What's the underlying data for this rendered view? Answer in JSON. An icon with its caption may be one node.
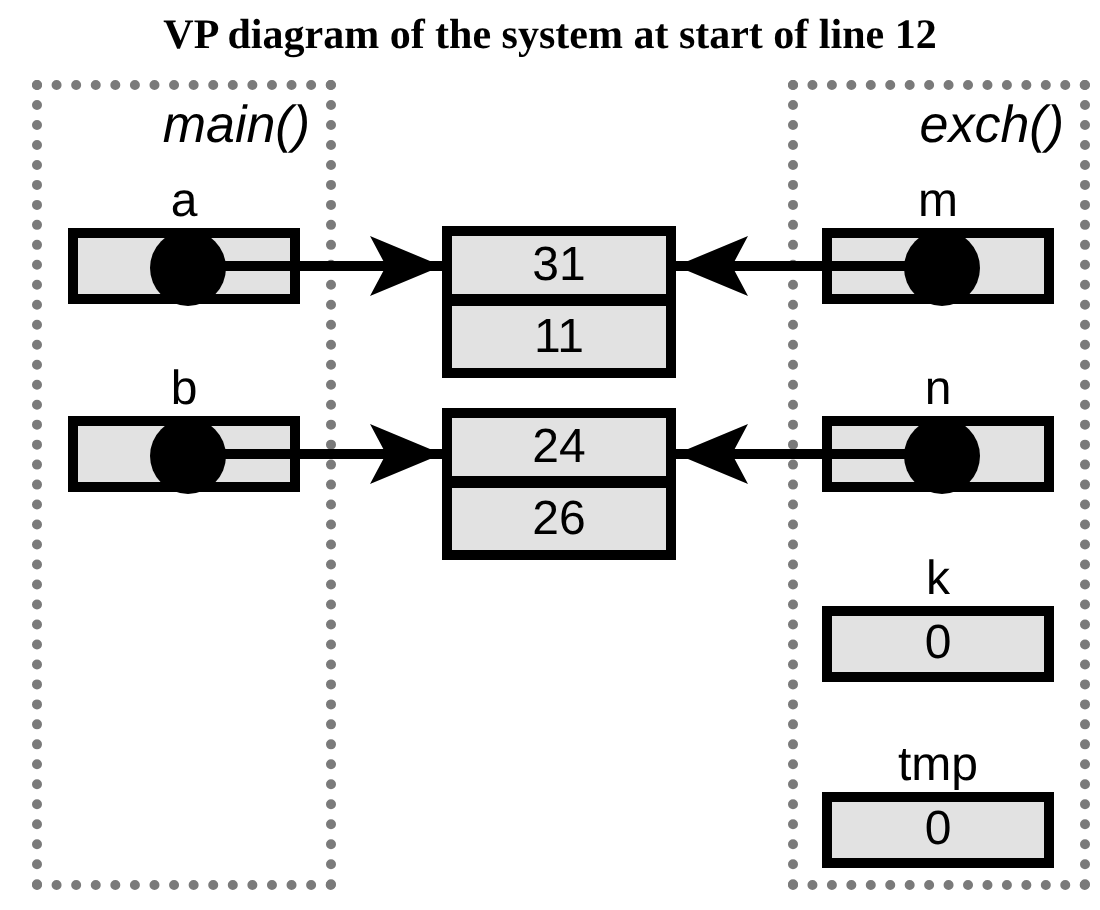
{
  "diagram": {
    "title": "VP diagram of the system at start of line 12",
    "nodes": [
      {
        "text": [
          "main()"
        ]
      },
      {
        "text": [
          "a"
        ],
        "in": 0
      },
      {
        "text": [
          "b"
        ],
        "in": 0
      },
      {
        "text": [
          "31"
        ]
      },
      {
        "text": [
          "11"
        ]
      },
      {
        "text": [
          "24"
        ]
      },
      {
        "text": [
          "26"
        ]
      },
      {
        "text": [
          "exch()"
        ]
      },
      {
        "text": [
          "m"
        ],
        "in": 7
      },
      {
        "text": [
          "n"
        ],
        "in": 7
      },
      {
        "text": [
          "k",
          "0"
        ],
        "in": 7
      },
      {
        "text": [
          "tmp",
          "0"
        ],
        "in": 7
      }
    ],
    "edges": [
      {
        "from": 1,
        "to": 3,
        "arrow": "to"
      },
      {
        "from": 2,
        "to": 5,
        "arrow": "to"
      },
      {
        "from": 8,
        "to": 3,
        "arrow": "to"
      },
      {
        "from": 9,
        "to": 5,
        "arrow": "to"
      }
    ]
  }
}
